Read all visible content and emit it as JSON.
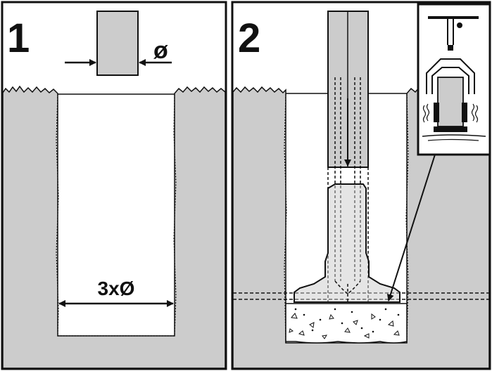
{
  "panels": [
    {
      "number": "1",
      "measure_top": "ø",
      "measure_bottom": "3xØ"
    },
    {
      "number": "2"
    }
  ],
  "colors": {
    "soil": "#cccccc",
    "outline": "#111111",
    "background": "#ffffff"
  },
  "icons": [
    "auger-drill-icon",
    "concrete-footing-icon",
    "post-icon",
    "lifting-tool-icon"
  ]
}
